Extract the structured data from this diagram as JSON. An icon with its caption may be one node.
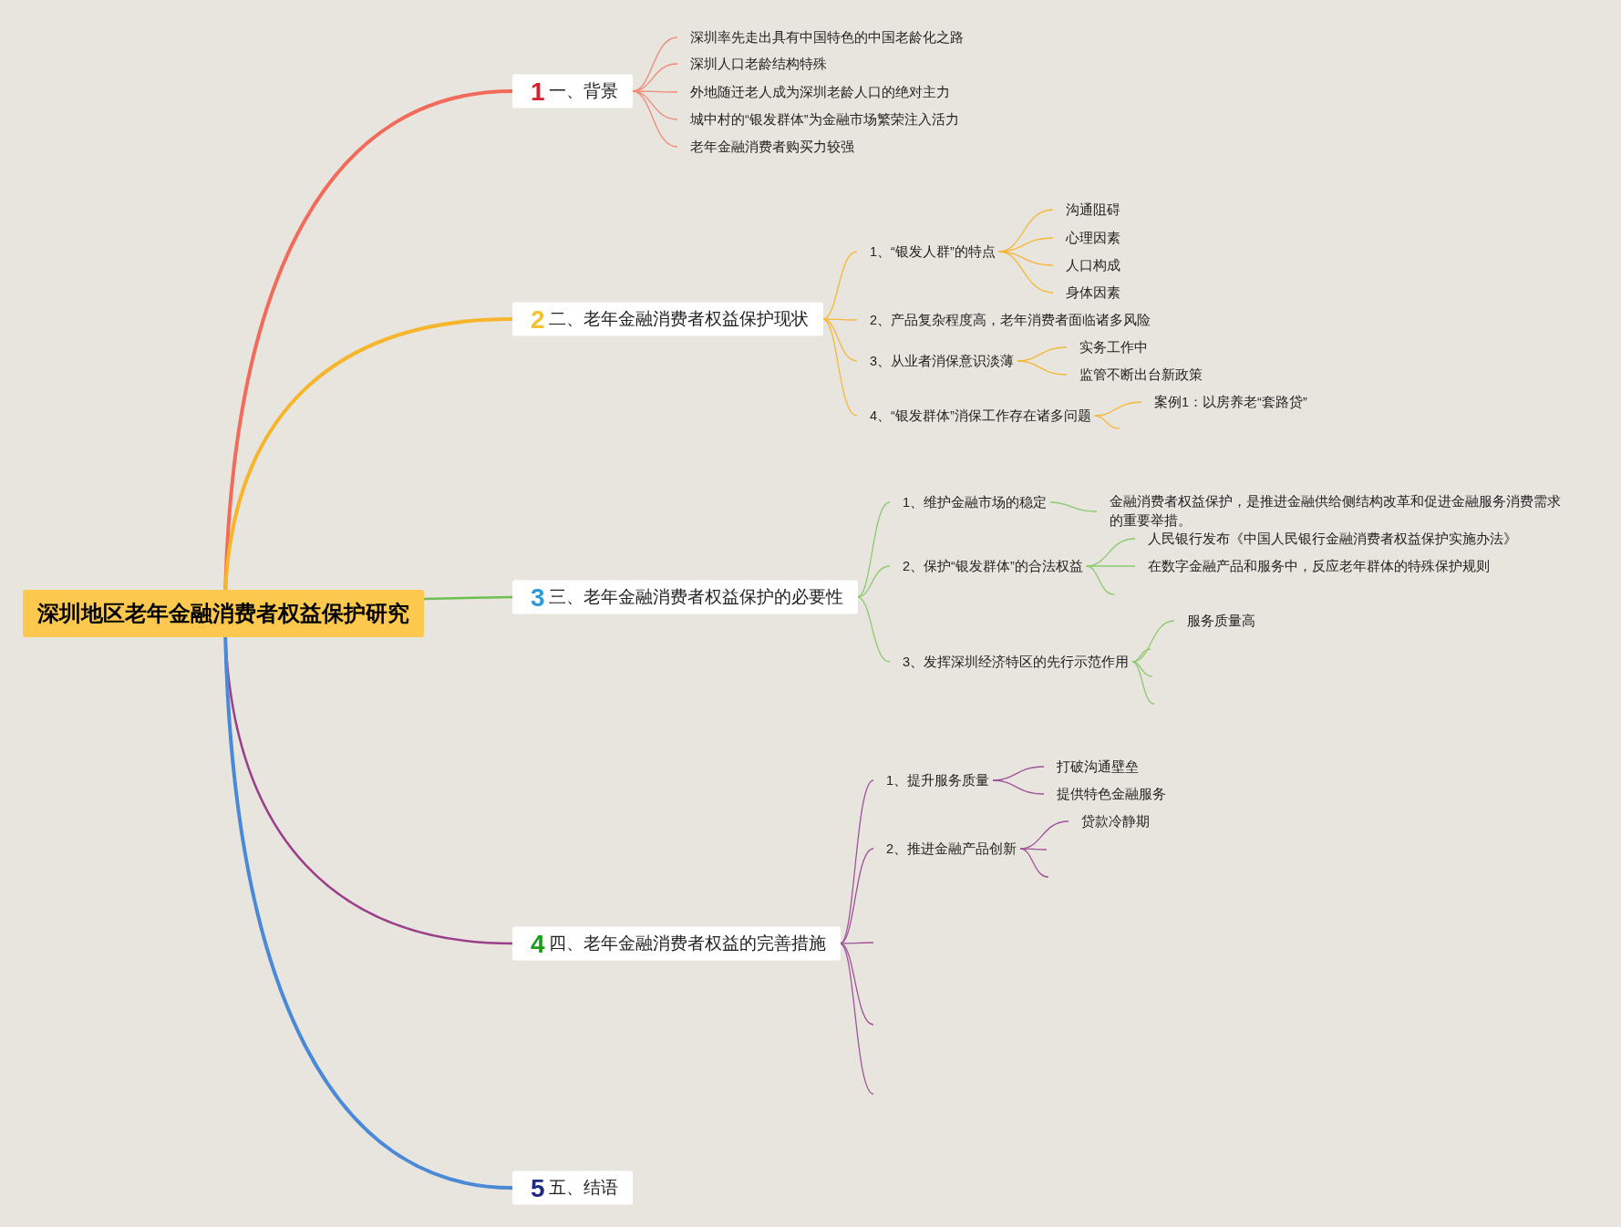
{
  "diagram": {
    "nodes": [
      {
        "text": [
          "深圳地区老年金融消费者权益保护研究"
        ]
      },
      {
        "text": [
          "1",
          "一、背景"
        ]
      },
      {
        "text": [
          "深圳率先走出具有中国特色的中国老龄化之路"
        ]
      },
      {
        "text": [
          "深圳人口老龄结构特殊"
        ]
      },
      {
        "text": [
          "外地随迁老人成为深圳老龄人口的绝对主力"
        ]
      },
      {
        "text": [
          "城中村的“银发群体”为金融市场繁荣注入活力"
        ]
      },
      {
        "text": [
          "老年金融消费者购买力较强"
        ]
      },
      {
        "text": [
          "2",
          "二、老年金融消费者权益保护现状"
        ]
      },
      {
        "text": [
          "1、“银发人群”的特点"
        ]
      },
      {
        "text": [
          "沟通阻碍"
        ]
      },
      {
        "text": [
          "心理因素"
        ]
      },
      {
        "text": [
          "人口构成"
        ]
      },
      {
        "text": [
          "身体因素"
        ]
      },
      {
        "text": [
          "2、产品复杂程度高，老年消费者面临诸多风险"
        ]
      },
      {
        "text": [
          "3、从业者消保意识淡薄"
        ]
      },
      {
        "text": [
          "实务工作中"
        ]
      },
      {
        "text": [
          "监管不断出台新政策"
        ]
      },
      {
        "text": [
          "4、“银发群体”消保工作存在诸多问题"
        ]
      },
      {
        "text": [
          "案例1：以房养老“套路贷”"
        ]
      },
      {
        "text": [
          "3",
          "三、老年金融消费者权益保护的必要性"
        ]
      },
      {
        "text": [
          "1、维护金融市场的稳定"
        ]
      },
      {
        "text": [
          "金融消费者权益保护，是推进金融供给侧结构改革和促进金融服务消费需求的重要举措。"
        ]
      },
      {
        "text": [
          "2、保护“银发群体”的合法权益"
        ]
      },
      {
        "text": [
          "人民银行发布《中国人民银行金融消费者权益保护实施办法》"
        ]
      },
      {
        "text": [
          "在数字金融产品和服务中，反应老年群体的特殊保护规则"
        ]
      },
      {
        "text": [
          "3、发挥深圳经济特区的先行示范作用"
        ]
      },
      {
        "text": [
          "服务质量高"
        ]
      },
      {
        "text": [
          "4",
          "四、老年金融消费者权益的完善措施"
        ]
      },
      {
        "text": [
          "1、提升服务质量"
        ]
      },
      {
        "text": [
          "打破沟通壁垒"
        ]
      },
      {
        "text": [
          "提供特色金融服务"
        ]
      },
      {
        "text": [
          "2、推进金融产品创新"
        ]
      },
      {
        "text": [
          "贷款冷静期"
        ]
      },
      {
        "text": [
          "5",
          "五、结语"
        ]
      }
    ],
    "edges": [
      {
        "from": 0,
        "to": 1,
        "arrow": "none",
        "style": "thick",
        "color": "#f26a5a"
      },
      {
        "from": 0,
        "to": 7,
        "arrow": "none",
        "style": "thick",
        "color": "#f7b52c"
      },
      {
        "from": 0,
        "to": 19,
        "arrow": "none",
        "color": "#6cbf4e"
      },
      {
        "from": 0,
        "to": 27,
        "arrow": "none",
        "color": "#9b3f8a"
      },
      {
        "from": 0,
        "to": 33,
        "arrow": "none",
        "style": "thick",
        "color": "#4a88d8"
      },
      {
        "from": 1,
        "to": 2,
        "arrow": "none",
        "color": "#f08a78"
      },
      {
        "from": 1,
        "to": 3,
        "arrow": "none",
        "color": "#f08a78"
      },
      {
        "from": 1,
        "to": 4,
        "arrow": "none",
        "color": "#f08a78"
      },
      {
        "from": 1,
        "to": 5,
        "arrow": "none",
        "color": "#f08a78"
      },
      {
        "from": 1,
        "to": 6,
        "arrow": "none",
        "color": "#f08a78"
      },
      {
        "from": 7,
        "to": 8,
        "arrow": "none",
        "color": "#f5b83a"
      },
      {
        "from": 8,
        "to": 9,
        "arrow": "none",
        "color": "#f5b83a"
      },
      {
        "from": 8,
        "to": 10,
        "arrow": "none",
        "color": "#f5b83a"
      },
      {
        "from": 8,
        "to": 11,
        "arrow": "none",
        "color": "#f5b83a"
      },
      {
        "from": 8,
        "to": 12,
        "arrow": "none",
        "color": "#f5b83a"
      },
      {
        "from": 7,
        "to": 13,
        "arrow": "none",
        "color": "#f5b83a"
      },
      {
        "from": 7,
        "to": 14,
        "arrow": "none",
        "color": "#f5b83a"
      },
      {
        "from": 14,
        "to": 15,
        "arrow": "none",
        "color": "#f5b83a"
      },
      {
        "from": 14,
        "to": 16,
        "arrow": "none",
        "color": "#f5b83a"
      },
      {
        "from": 7,
        "to": 17,
        "arrow": "none",
        "color": "#f5b83a"
      },
      {
        "from": 17,
        "to": 18,
        "arrow": "none",
        "color": "#f5b83a"
      },
      {
        "from": 17,
        "to": null,
        "arrow": "none",
        "color": "#f5b83a"
      },
      {
        "from": 19,
        "to": 20,
        "arrow": "none",
        "color": "#8cc970"
      },
      {
        "from": 20,
        "to": 21,
        "arrow": "none",
        "color": "#8cc970"
      },
      {
        "from": 19,
        "to": 22,
        "arrow": "none",
        "color": "#8cc970"
      },
      {
        "from": 22,
        "to": 23,
        "arrow": "none",
        "color": "#8cc970"
      },
      {
        "from": 22,
        "to": 24,
        "arrow": "none",
        "color": "#8cc970"
      },
      {
        "from": 22,
        "to": null,
        "arrow": "none",
        "color": "#8cc970"
      },
      {
        "from": 19,
        "to": 25,
        "arrow": "none",
        "color": "#8cc970"
      },
      {
        "from": 25,
        "to": 26,
        "arrow": "none",
        "color": "#8cc970"
      },
      {
        "from": 25,
        "to": null,
        "arrow": "none",
        "color": "#8cc970"
      },
      {
        "from": 25,
        "to": null,
        "arrow": "none",
        "color": "#8cc970"
      },
      {
        "from": 25,
        "to": null,
        "arrow": "none",
        "color": "#8cc970"
      },
      {
        "from": 27,
        "to": 28,
        "arrow": "none",
        "color": "#a0529a"
      },
      {
        "from": 28,
        "to": 29,
        "arrow": "none",
        "color": "#a0529a"
      },
      {
        "from": 28,
        "to": 30,
        "arrow": "none",
        "color": "#a0529a"
      },
      {
        "from": 27,
        "to": 31,
        "arrow": "none",
        "color": "#a0529a"
      },
      {
        "from": 31,
        "to": 32,
        "arrow": "none",
        "color": "#a0529a"
      },
      {
        "from": 31,
        "to": null,
        "arrow": "none",
        "color": "#a0529a"
      },
      {
        "from": 31,
        "to": null,
        "arrow": "none",
        "color": "#a0529a"
      },
      {
        "from": 27,
        "to": null,
        "arrow": "none",
        "color": "#a0529a"
      },
      {
        "from": 27,
        "to": null,
        "arrow": "none",
        "color": "#a0529a"
      },
      {
        "from": 27,
        "to": null,
        "arrow": "none",
        "color": "#a0529a"
      }
    ]
  }
}
